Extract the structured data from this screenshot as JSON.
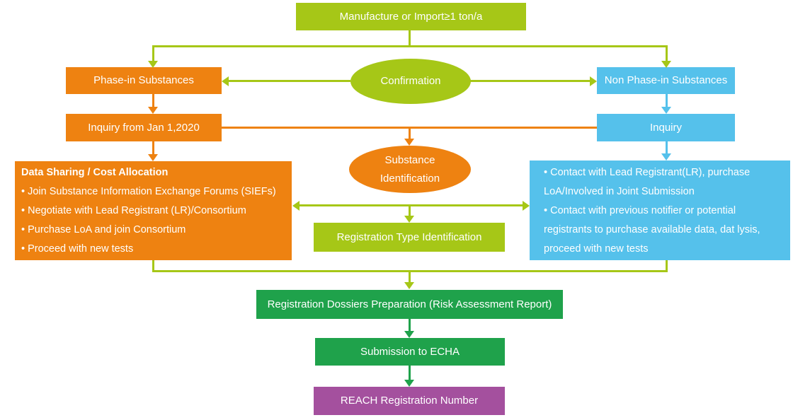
{
  "colors": {
    "yellow_green": "#a6c717",
    "orange": "#ee8211",
    "blue": "#55c1eb",
    "green": "#1fa24b",
    "purple": "#a4509e",
    "text": "#ffffff",
    "background": "#ffffff"
  },
  "nodes": {
    "start": {
      "label": "Manufacture or Import≥1 ton/a"
    },
    "confirmation": {
      "label": "Confirmation"
    },
    "phase_in": {
      "label": "Phase-in Substances"
    },
    "non_phase_in": {
      "label": "Non Phase-in Substances"
    },
    "inquiry_phase_in": {
      "label": "Inquiry from Jan 1,2020"
    },
    "inquiry_non_phase_in": {
      "label": "Inquiry"
    },
    "substance_identification": {
      "label": "Substance Identification"
    },
    "data_sharing": {
      "title": "Data Sharing / Cost Allocation",
      "bullets": [
        "• Join Substance Information Exchange Forums (SIEFs)",
        "• Negotiate with Lead Registrant (LR)/Consortium",
        "• Purchase LoA and join Consortium",
        "• Proceed with new tests"
      ]
    },
    "joint_submission": {
      "bullets": [
        "• Contact with Lead Registrant(LR), purchase LoA/Involved in Joint Submission",
        "• Contact with previous notifier or potential registrants to purchase available data, dat lysis, proceed with new tests"
      ]
    },
    "registration_type": {
      "label": "Registration Type Identification"
    },
    "dossiers": {
      "label": "Registration Dossiers Preparation (Risk Assessment Report)"
    },
    "submission": {
      "label": "Submission to ECHA"
    },
    "reach_number": {
      "label": "REACH Registration Number"
    }
  }
}
